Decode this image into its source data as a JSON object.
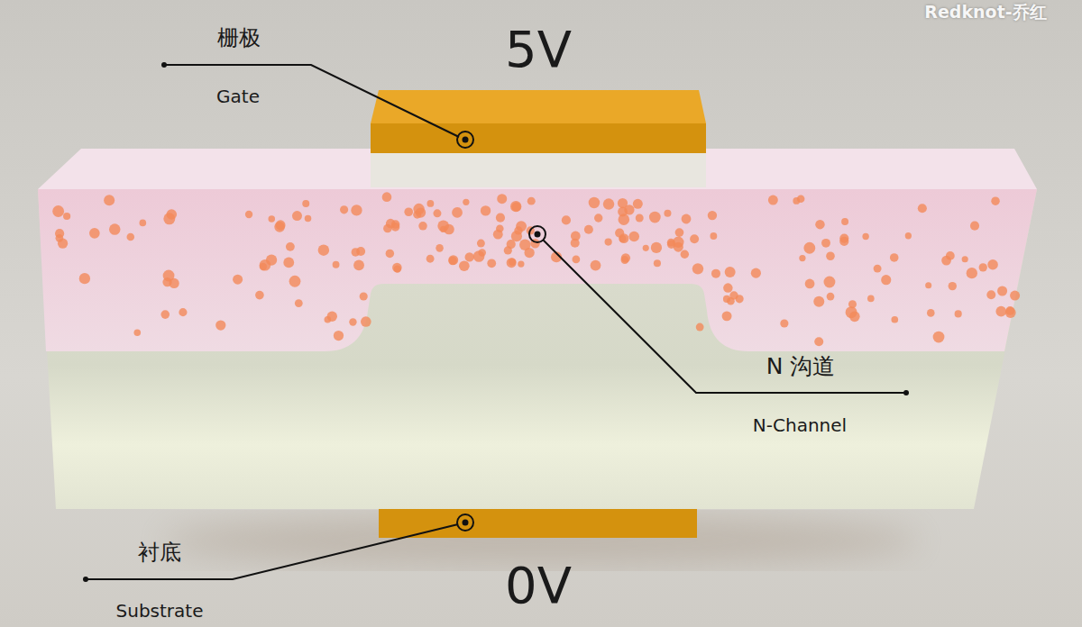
{
  "diagram": {
    "labels": [
      "栅极",
      "5V",
      "Redknot-乔红",
      "Gate",
      "N 沟道",
      "N-Channel",
      "衬底",
      "0V",
      "Substrate"
    ]
  }
}
